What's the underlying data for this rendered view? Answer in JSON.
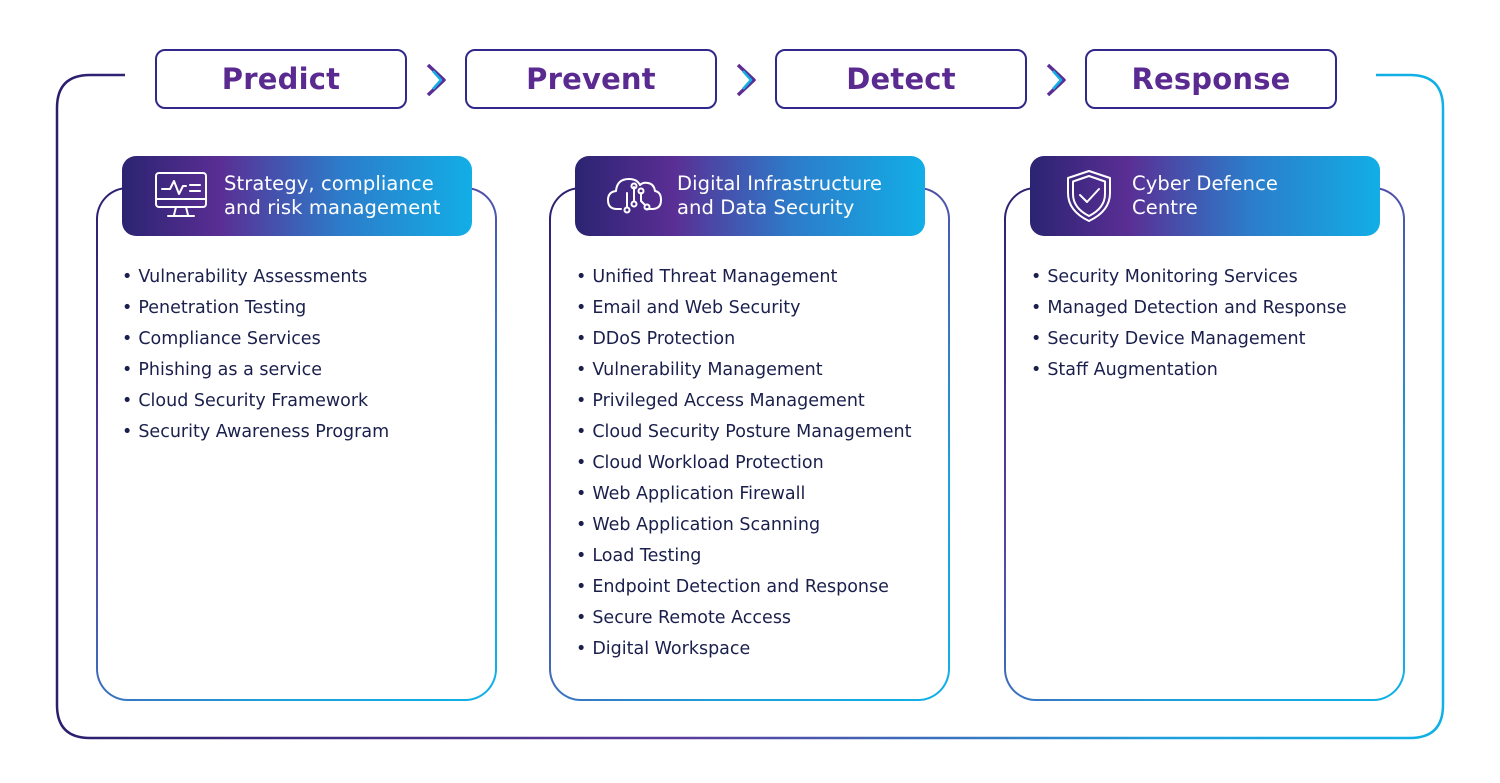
{
  "phases": [
    {
      "label": "Predict"
    },
    {
      "label": "Prevent"
    },
    {
      "label": "Detect"
    },
    {
      "label": "Response"
    }
  ],
  "columns": [
    {
      "icon": "monitor-chart-icon",
      "title": "Strategy, compliance\nand risk management",
      "items": [
        "Vulnerability Assessments",
        "Penetration Testing",
        "Compliance Services",
        "Phishing as a service",
        "Cloud Security Framework",
        "Security Awareness Program"
      ]
    },
    {
      "icon": "cloud-circuit-icon",
      "title": "Digital Infrastructure\nand Data Security",
      "items": [
        "Unified Threat Management",
        "Email and Web Security",
        "DDoS Protection",
        "Vulnerability Management",
        "Privileged Access Management",
        "Cloud Security Posture Management",
        "Cloud Workload Protection",
        "Web Application Firewall",
        "Web Application Scanning",
        "Load Testing",
        "Endpoint Detection and Response",
        "Secure Remote Access",
        "Digital Workspace"
      ]
    },
    {
      "icon": "shield-check-icon",
      "title": "Cyber Defence\nCentre",
      "items": [
        "Security Monitoring Services",
        "Managed Detection and Response",
        "Security Device Management",
        "Staff Augmentation"
      ]
    }
  ],
  "colors": {
    "navy": "#2b2472",
    "purple": "#5a2e94",
    "cyan": "#12aee6",
    "text": "#1a1f4c"
  }
}
